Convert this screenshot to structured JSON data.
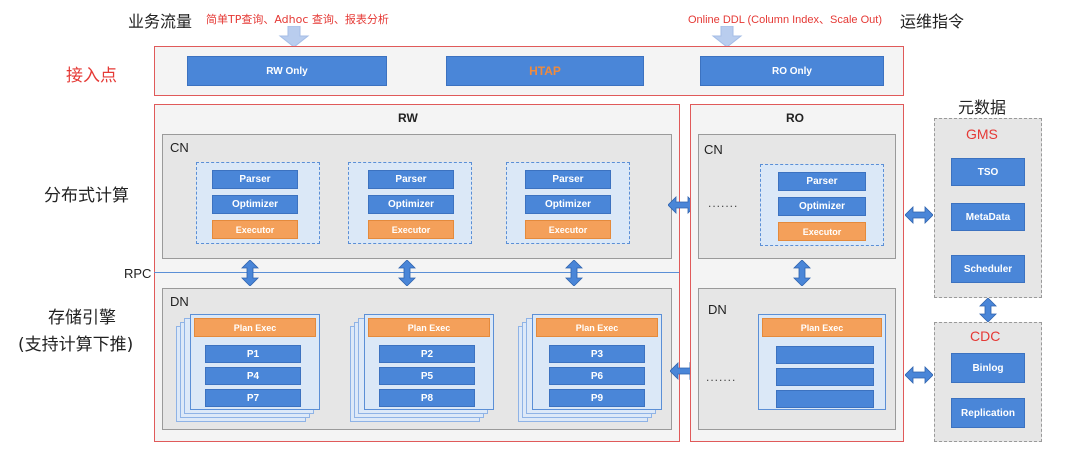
{
  "top": {
    "traffic_label": "业务流量",
    "traffic_desc": "简单TP查询、Adhoc 查询、报表分析",
    "ops_desc": "Online DDL (Column Index、Scale Out)",
    "ops_label": "运维指令"
  },
  "access": {
    "label": "接入点",
    "rw_only": "RW Only",
    "htap": "HTAP",
    "ro_only": "RO Only"
  },
  "side": {
    "compute": "分布式计算",
    "rpc": "RPC",
    "storage_line1": "存储引擎",
    "storage_line2": "(支持计算下推)"
  },
  "rw": {
    "title": "RW",
    "cn": "CN",
    "dn": "DN",
    "parser": "Parser",
    "optimizer": "Optimizer",
    "executor": "Executor",
    "plan_exec": "Plan Exec",
    "partitions": [
      [
        "P1",
        "P4",
        "P7"
      ],
      [
        "P2",
        "P5",
        "P8"
      ],
      [
        "P3",
        "P6",
        "P9"
      ]
    ]
  },
  "ro": {
    "title": "RO",
    "cn": "CN",
    "dn": "DN",
    "dots": ".......",
    "parser": "Parser",
    "optimizer": "Optimizer",
    "executor": "Executor",
    "plan_exec": "Plan Exec"
  },
  "meta": {
    "title": "元数据",
    "gms": "GMS",
    "tso": "TSO",
    "metadata": "MetaData",
    "scheduler": "Scheduler",
    "cdc": "CDC",
    "binlog": "Binlog",
    "replication": "Replication"
  },
  "colors": {
    "accent_red": "#e53935",
    "htap_orange": "#f08a3c",
    "block_blue": "#4a86d8",
    "block_orange": "#f4a05a"
  }
}
